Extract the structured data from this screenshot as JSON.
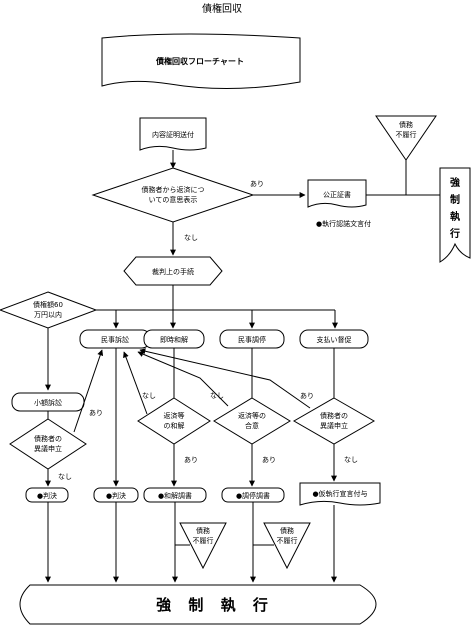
{
  "page_title": "債権回収",
  "flowchart_title": "債権回収フローチャート",
  "nodes": {
    "naiyo": "内容証明送付",
    "ishi_1": "債務者から返済につ",
    "ishi_2": "いての意思表示",
    "kosei": "公正証書",
    "kosei_note": "●執行認諾文言付",
    "saimu_top_1": "債務",
    "saimu_top_2": "不履行",
    "kyosei_v": [
      "強",
      "制",
      "執",
      "行"
    ],
    "saibanjo": "裁判上の手続",
    "gaku_1": "債権額60",
    "gaku_2": "万円以内",
    "minji_sosho": "民事訴訟",
    "sokuji_wakai": "即時和解",
    "minji_chotei": "民事調停",
    "shiharai": "支払い督促",
    "shogaku": "小額訴訟",
    "igi_1a": "債務者の",
    "igi_1b": "異議申立",
    "wakai_1": "返済等",
    "wakai_2": "の和解",
    "goi_1": "返済等の",
    "goi_2": "合意",
    "igi_2a": "債務者の",
    "igi_2b": "異議申立",
    "hanketsu_1": "●判決",
    "hanketsu_2": "●判決",
    "wakai_chosho": "●和解調書",
    "chotei_chosho": "●調停調書",
    "karishikko": "●仮執行宣言付与",
    "fu_1a": "債務",
    "fu_1b": "不履行",
    "fu_2a": "債務",
    "fu_2b": "不履行",
    "kyosei_bottom": "強 制 執 行"
  },
  "edge_labels": {
    "ari_top": "あり",
    "nashi_top": "なし",
    "ari_igi1": "あり",
    "nashi_igi1": "なし",
    "nashi_wakai": "なし",
    "ari_wakai": "あり",
    "nashi_goi": "なし",
    "ari_goi": "あり",
    "ari_igi2": "あり",
    "nashi_igi2": "なし"
  },
  "icons": [
    "flow-arrow",
    "document-shape",
    "decision-diamond",
    "merge-triangle",
    "hexagon-process",
    "banner-shape"
  ]
}
